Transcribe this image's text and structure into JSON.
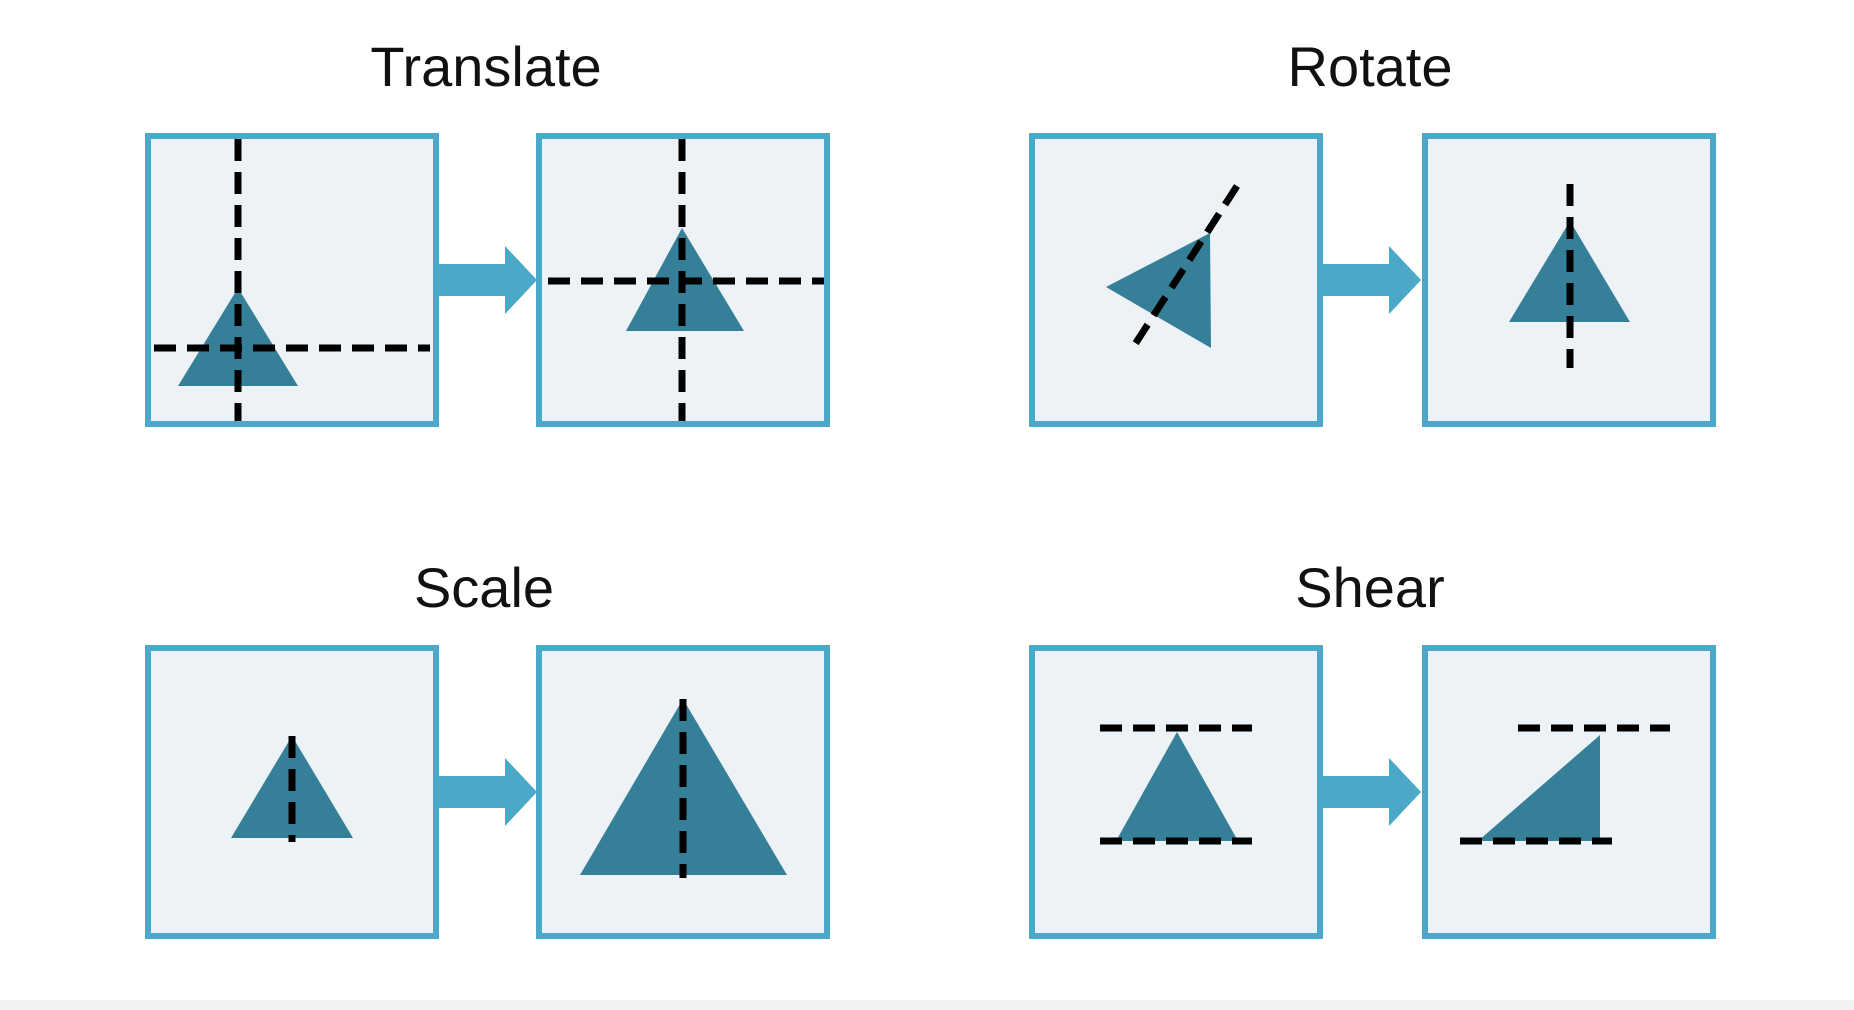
{
  "panels": {
    "translate": {
      "title": "Translate"
    },
    "rotate": {
      "title": "Rotate"
    },
    "scale": {
      "title": "Scale"
    },
    "shear": {
      "title": "Shear"
    }
  },
  "colors": {
    "frame_border": "#4ba8c8",
    "frame_fill": "#ecf2f6",
    "shape_fill": "#367f98",
    "arrow_fill": "#4ba8c8",
    "guide_line": "#000000",
    "background": "#ffffff"
  }
}
